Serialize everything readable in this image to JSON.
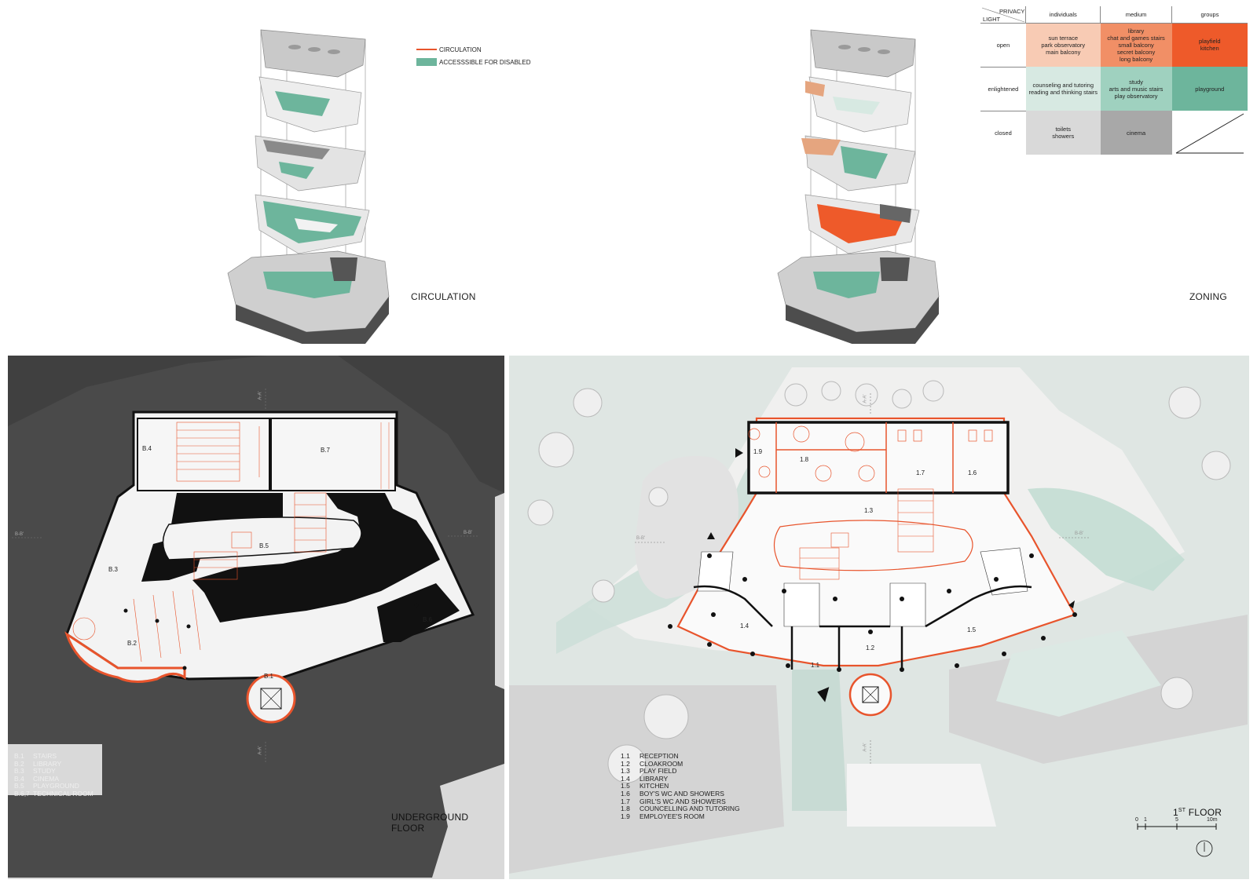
{
  "circulation": {
    "title": "CIRCULATION",
    "legend": [
      {
        "label": "CIRCULATION",
        "color": "#e8542c"
      },
      {
        "label": "ACCESSSIBLE FOR DISABLED",
        "color": "#6db59c"
      }
    ]
  },
  "zoning": {
    "title": "ZONING",
    "corner_top": "PRIVACY",
    "corner_bottom": "LIGHT",
    "columns": [
      "individuals",
      "medium",
      "groups"
    ],
    "rows": [
      {
        "label": "open",
        "cells": [
          {
            "text": [
              "sun terrace",
              "park observatory",
              "main balcony"
            ],
            "color": "#f8cbb4"
          },
          {
            "text": [
              "library",
              "chat and games stairs",
              "small balcony",
              "secret balcony",
              "long balcony"
            ],
            "color": "#f18f66"
          },
          {
            "text": [
              "playfield",
              "kitchen"
            ],
            "color": "#ee5a2a"
          }
        ]
      },
      {
        "label": "enlightened",
        "cells": [
          {
            "text": [
              "counseling and tutoring",
              "reading and thinking stairs"
            ],
            "color": "#d7e9e2"
          },
          {
            "text": [
              "study",
              "arts and music stairs",
              "play observatory"
            ],
            "color": "#9fd1bf"
          },
          {
            "text": [
              "playground"
            ],
            "color": "#6db59c"
          }
        ]
      },
      {
        "label": "closed",
        "cells": [
          {
            "text": [
              "toilets",
              "showers"
            ],
            "color": "#d9d9d9"
          },
          {
            "text": [
              "cinema"
            ],
            "color": "#a8a8a8"
          },
          {
            "text": [],
            "color": "#ffffff"
          }
        ]
      }
    ]
  },
  "underground": {
    "title": "UNDERGROUND FLOOR",
    "rooms": [
      "B.1",
      "B.2",
      "B.3",
      "B.4",
      "B.5",
      "B.6",
      "B.7"
    ],
    "section_marks": [
      "B-B'",
      "B-B'",
      "A-A'",
      "A-A'"
    ],
    "legend": [
      {
        "code": "B.1",
        "name": "STAIRS"
      },
      {
        "code": "B.2",
        "name": "LIBRARY"
      },
      {
        "code": "B.3",
        "name": "STUDY"
      },
      {
        "code": "B.4",
        "name": "CINEMA"
      },
      {
        "code": "B.5",
        "name": "PLAYGROUND"
      },
      {
        "code": "B.6,7",
        "name": "TECHNICAL ROOM"
      }
    ]
  },
  "first": {
    "title_main": "1",
    "title_sup": "ST",
    "title_rest": " FLOOR",
    "rooms": [
      "1.1",
      "1.2",
      "1.3",
      "1.4",
      "1.5",
      "1.6",
      "1.7",
      "1.8",
      "1.9"
    ],
    "section_marks": [
      "B-B'",
      "B-B'",
      "A-A'",
      "A-A'"
    ],
    "legend": [
      {
        "code": "1.1",
        "name": "RECEPTION"
      },
      {
        "code": "1.2",
        "name": "CLOAKROOM"
      },
      {
        "code": "1.3",
        "name": "PLAY FIELD"
      },
      {
        "code": "1.4",
        "name": "LIBRARY"
      },
      {
        "code": "1.5",
        "name": "KITCHEN"
      },
      {
        "code": "1.6",
        "name": "BOY'S WC AND SHOWERS"
      },
      {
        "code": "1.7",
        "name": "GIRL'S WC AND SHOWERS"
      },
      {
        "code": "1.8",
        "name": "COUNCELLING AND TUTORING"
      },
      {
        "code": "1.9",
        "name": "EMPLOYEE'S ROOM"
      }
    ],
    "scale": [
      "0",
      "1",
      "5",
      "10m"
    ]
  }
}
